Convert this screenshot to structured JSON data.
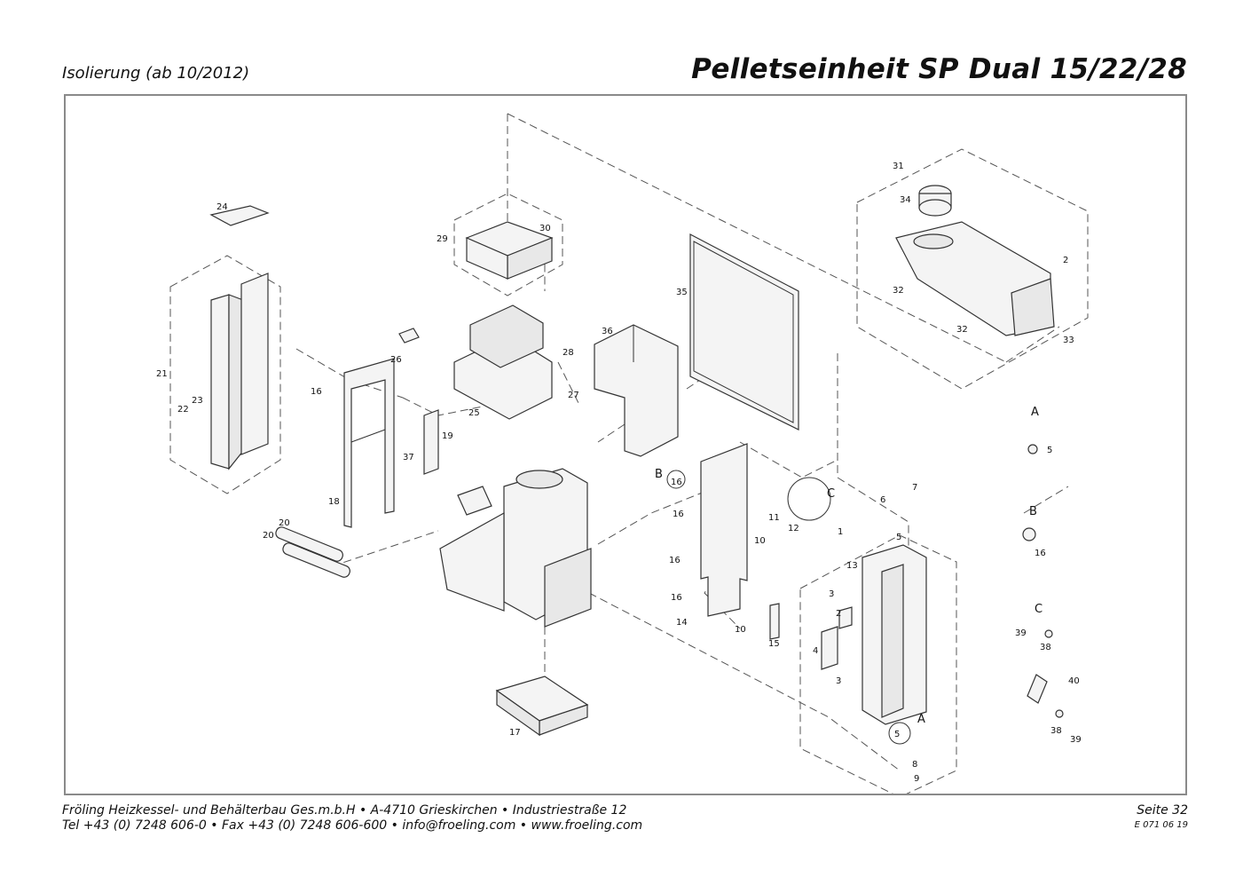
{
  "header": {
    "subtitle": "Isolierung (ab 10/2012)",
    "title": "Pelletseinheit SP Dual 15/22/28"
  },
  "callouts": [
    "31",
    "34",
    "2",
    "32",
    "32",
    "33",
    "24",
    "29",
    "30",
    "35",
    "36",
    "21",
    "22",
    "23",
    "16",
    "26",
    "28",
    "27",
    "25",
    "19",
    "37",
    "18",
    "20",
    "20",
    "17",
    "11",
    "10",
    "12",
    "1",
    "16",
    "16",
    "16",
    "16",
    "14",
    "10",
    "15",
    "6",
    "7",
    "5",
    "13",
    "3",
    "2",
    "4",
    "3",
    "5",
    "8",
    "9",
    "5",
    "16",
    "39",
    "38",
    "40",
    "38",
    "39"
  ],
  "detail_labels": {
    "A": "A",
    "B": "B",
    "C": "C"
  },
  "footer": {
    "line1": "Fröling Heizkessel- und Behälterbau Ges.m.b.H  •  A-4710 Grieskirchen  •  Industriestraße 12",
    "line2": "Tel +43 (0) 7248 606-0  •  Fax +43 (0) 7248 606-600  •  info@froeling.com  •  www.froeling.com",
    "page": "Seite 32",
    "doc_code": "E 071 06 19"
  }
}
